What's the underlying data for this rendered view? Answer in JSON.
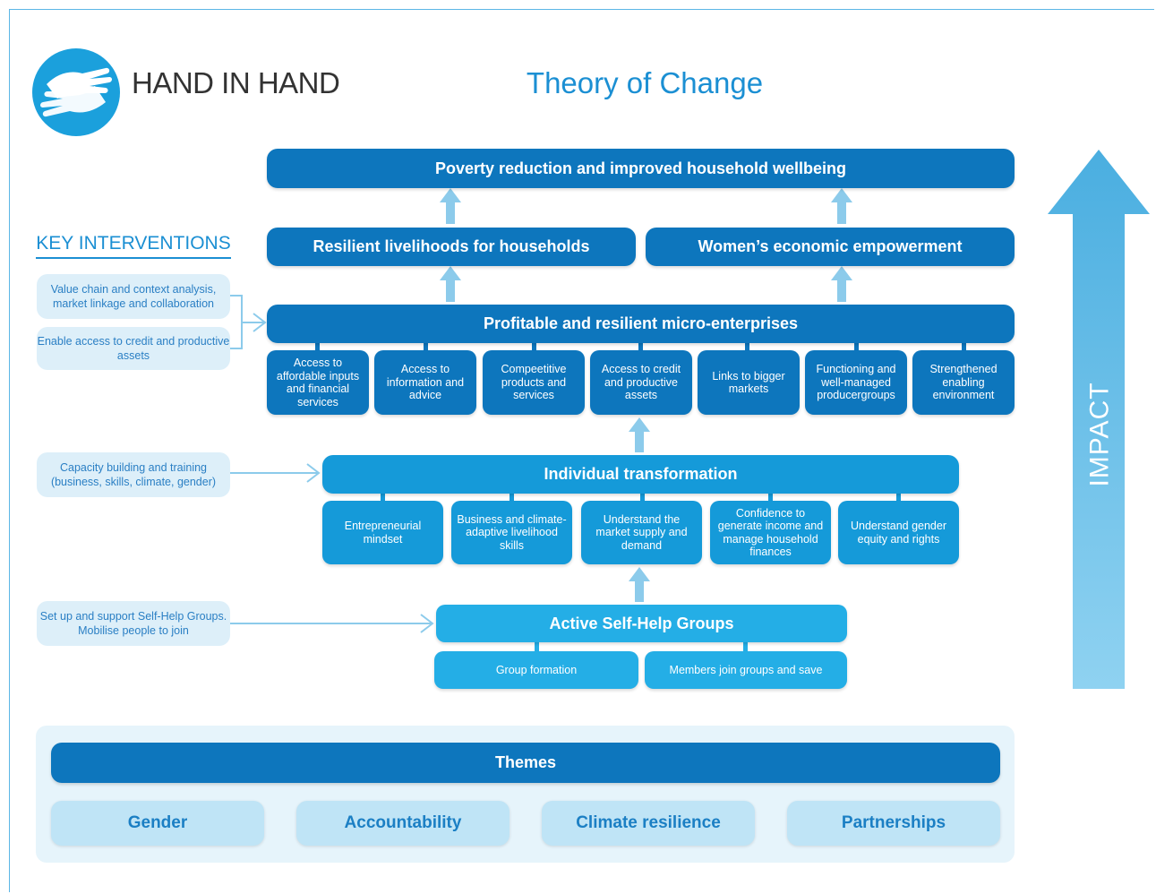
{
  "brand": {
    "name": "HAND IN HAND",
    "color": "#1ba0dc"
  },
  "page_title": "Theory of Change",
  "key_interventions": {
    "title": "KEY INTERVENTIONS",
    "items": [
      "Value chain and context analysis, market linkage and collaboration",
      "Enable access to credit and productive assets",
      "Capacity building and training (business, skills, climate, gender)",
      "Set up and support Self-Help Groups. Mobilise people to join"
    ]
  },
  "impact": "IMPACT",
  "goal": "Poverty reduction and improved household wellbeing",
  "outcomes": [
    "Resilient livelihoods for households",
    "Women’s economic empowerment"
  ],
  "enterprises": {
    "title": "Profitable and resilient micro-enterprises",
    "items": [
      "Access to affordable inputs and financial services",
      "Access to information and advice",
      "Compeetitive products and services",
      "Access to credit and productive assets",
      "Links to bigger markets",
      "Functioning and well-managed producergroups",
      "Strengthened enabling environment"
    ]
  },
  "transformation": {
    "title": "Individual transformation",
    "items": [
      "Entrepreneurial mindset",
      "Business and climate-adaptive livelihood skills",
      "Understand the market supply and demand",
      "Confidence to generate income and manage household finances",
      "Understand gender equity and rights"
    ]
  },
  "shg": {
    "title": "Active Self-Help Groups",
    "items": [
      "Group formation",
      "Members join groups and save"
    ]
  },
  "themes": {
    "title": "Themes",
    "items": [
      "Gender",
      "Accountability",
      "Climate resilience",
      "Partnerships"
    ]
  },
  "colors": {
    "dark": "#0d76bd",
    "mid": "#159ad9",
    "light": "#24aee6",
    "accent": "#1b8fd3"
  }
}
